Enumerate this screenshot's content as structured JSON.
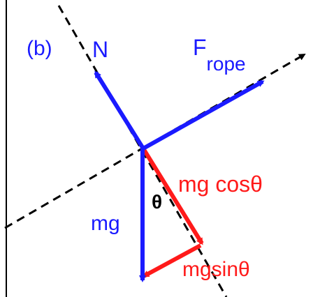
{
  "labels": {
    "panel": "(b)",
    "normal": "N",
    "rope_main": "F",
    "rope_sub": "rope",
    "weight": "mg",
    "cos_component": "mg cosθ",
    "sin_component": "mgsinθ",
    "angle": "θ"
  },
  "colors": {
    "force_blue": "#1a1aff",
    "component_red": "#ff1a1a",
    "axis_black": "#000000"
  }
}
